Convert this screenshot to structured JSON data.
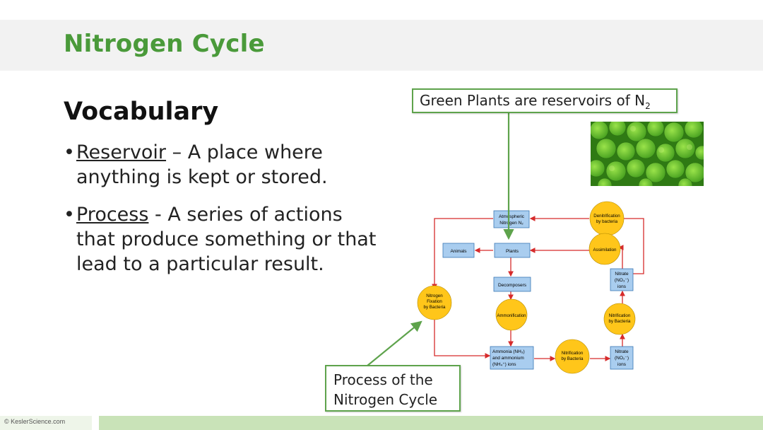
{
  "slide": {
    "title": "Nitrogen Cycle",
    "heading": "Vocabulary",
    "bullets": [
      {
        "marker": "•",
        "term": "Reservoir",
        "definition": " – A place where anything is kept or stored."
      },
      {
        "marker": "•",
        "term": "Process",
        "definition": " - A series of actions that produce something or that lead to a particular result."
      }
    ],
    "callout_top": {
      "text": "Green Plants are reservoirs of N",
      "subscript": "2"
    },
    "callout_bottom": {
      "line1": "Process of the",
      "line2": "Nitrogen Cycle"
    },
    "footer": "© KeslerScience.com"
  },
  "diagram": {
    "boxes": {
      "atmospheric": [
        "Atmospheric",
        "Nitrogen N₂"
      ],
      "animals": "Animals",
      "plants": "Plants",
      "decomposers": "Decomposers",
      "ammonia": [
        "Ammonia (NH₃)",
        "and ammonium",
        "(NH₄⁺) ions"
      ],
      "nitrate_top": [
        "Nitrate",
        "(NO₃⁻)",
        "ions"
      ],
      "nitrate_bottom": [
        "Nitrate",
        "(NO₂⁻)",
        "ions"
      ]
    },
    "circles": {
      "denitrification": [
        "Denitrification",
        "by bacteria"
      ],
      "assimilation": "Assimilation",
      "fixation": [
        "Nitrogen",
        "Fixation",
        "by Bacteria"
      ],
      "ammonification": "Ammonification",
      "nitrification_mid": [
        "Nitrification",
        "by Bacteria"
      ],
      "nitrification_bottom": [
        "Nitrification",
        "by Bacteria"
      ]
    }
  },
  "colors": {
    "title_green": "#4a9a3a",
    "callout_border": "#5ea34c",
    "box_fill": "#a9cdef",
    "box_stroke": "#3a78b5",
    "circle_fill": "#ffc61a",
    "arrow_red": "#d62b2b"
  }
}
